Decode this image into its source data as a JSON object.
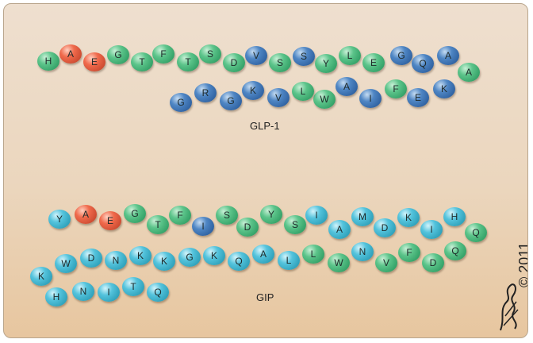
{
  "glp1": {
    "label": "GLP-1",
    "residues": [
      {
        "letter": "H",
        "color": "green"
      },
      {
        "letter": "A",
        "color": "red"
      },
      {
        "letter": "E",
        "color": "red"
      },
      {
        "letter": "G",
        "color": "green"
      },
      {
        "letter": "T",
        "color": "green"
      },
      {
        "letter": "F",
        "color": "green"
      },
      {
        "letter": "T",
        "color": "green"
      },
      {
        "letter": "S",
        "color": "green"
      },
      {
        "letter": "D",
        "color": "green"
      },
      {
        "letter": "V",
        "color": "blue"
      },
      {
        "letter": "S",
        "color": "green"
      },
      {
        "letter": "S",
        "color": "blue"
      },
      {
        "letter": "Y",
        "color": "green"
      },
      {
        "letter": "L",
        "color": "green"
      },
      {
        "letter": "E",
        "color": "green"
      },
      {
        "letter": "G",
        "color": "blue"
      },
      {
        "letter": "Q",
        "color": "blue"
      },
      {
        "letter": "A",
        "color": "blue"
      },
      {
        "letter": "A",
        "color": "green"
      },
      {
        "letter": "K",
        "color": "blue"
      },
      {
        "letter": "E",
        "color": "blue"
      },
      {
        "letter": "F",
        "color": "green"
      },
      {
        "letter": "I",
        "color": "blue"
      },
      {
        "letter": "A",
        "color": "blue"
      },
      {
        "letter": "W",
        "color": "green"
      },
      {
        "letter": "L",
        "color": "green"
      },
      {
        "letter": "V",
        "color": "blue"
      },
      {
        "letter": "K",
        "color": "blue"
      },
      {
        "letter": "G",
        "color": "blue"
      },
      {
        "letter": "R",
        "color": "blue"
      },
      {
        "letter": "G",
        "color": "blue"
      }
    ]
  },
  "gip": {
    "label": "GIP",
    "residues": [
      {
        "letter": "Y",
        "color": "cyan"
      },
      {
        "letter": "A",
        "color": "red"
      },
      {
        "letter": "E",
        "color": "red"
      },
      {
        "letter": "G",
        "color": "green"
      },
      {
        "letter": "T",
        "color": "green"
      },
      {
        "letter": "F",
        "color": "green"
      },
      {
        "letter": "I",
        "color": "blue"
      },
      {
        "letter": "S",
        "color": "green"
      },
      {
        "letter": "D",
        "color": "green"
      },
      {
        "letter": "Y",
        "color": "green"
      },
      {
        "letter": "S",
        "color": "green"
      },
      {
        "letter": "I",
        "color": "cyan"
      },
      {
        "letter": "A",
        "color": "cyan"
      },
      {
        "letter": "M",
        "color": "cyan"
      },
      {
        "letter": "D",
        "color": "cyan"
      },
      {
        "letter": "K",
        "color": "cyan"
      },
      {
        "letter": "I",
        "color": "cyan"
      },
      {
        "letter": "H",
        "color": "cyan"
      },
      {
        "letter": "Q",
        "color": "green"
      },
      {
        "letter": "Q",
        "color": "green"
      },
      {
        "letter": "D",
        "color": "green"
      },
      {
        "letter": "F",
        "color": "green"
      },
      {
        "letter": "V",
        "color": "green"
      },
      {
        "letter": "N",
        "color": "cyan"
      },
      {
        "letter": "W",
        "color": "green"
      },
      {
        "letter": "L",
        "color": "green"
      },
      {
        "letter": "L",
        "color": "cyan"
      },
      {
        "letter": "A",
        "color": "cyan"
      },
      {
        "letter": "Q",
        "color": "cyan"
      },
      {
        "letter": "K",
        "color": "cyan"
      },
      {
        "letter": "G",
        "color": "cyan"
      },
      {
        "letter": "K",
        "color": "cyan"
      },
      {
        "letter": "K",
        "color": "cyan"
      },
      {
        "letter": "N",
        "color": "cyan"
      },
      {
        "letter": "D",
        "color": "cyan"
      },
      {
        "letter": "W",
        "color": "cyan"
      },
      {
        "letter": "K",
        "color": "cyan"
      },
      {
        "letter": "H",
        "color": "cyan"
      },
      {
        "letter": "N",
        "color": "cyan"
      },
      {
        "letter": "I",
        "color": "cyan"
      },
      {
        "letter": "T",
        "color": "cyan"
      },
      {
        "letter": "Q",
        "color": "cyan"
      }
    ]
  },
  "copyright": "© 2011"
}
